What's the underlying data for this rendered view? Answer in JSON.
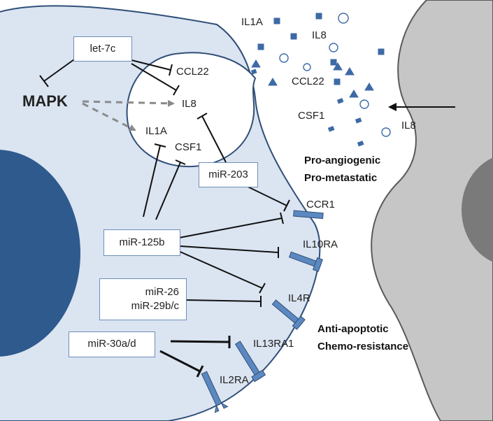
{
  "mapk": "MAPK",
  "mirnas": {
    "let7c": "let-7c",
    "mir203": "miR-203",
    "mir125b": "miR-125b",
    "mir26": "miR-26",
    "mir29bc": "miR-29b/c",
    "mir30ad": "miR-30a/d"
  },
  "vesicle": {
    "ccl22": "CCL22",
    "il8": "IL8",
    "il1a": "IL1A",
    "csf1": "CSF1"
  },
  "secreted": {
    "il1a": "IL1A",
    "il8_top": "IL8",
    "ccl22": "CCL22",
    "csf1": "CSF1",
    "il8_right": "IL8"
  },
  "receptors": {
    "ccr1": "CCR1",
    "il10ra": "IL10RA",
    "il4r": "IL4R",
    "il13ra1": "IL13RA1",
    "il2ra": "IL2RA"
  },
  "phenotypes": {
    "pro_angiogenic": "Pro-angiogenic",
    "pro_metastatic": "Pro-metastatic",
    "anti_apoptotic": "Anti-apoptotic",
    "chemo_resistance": "Chemo-resistance"
  },
  "colors": {
    "cell_fill": "#dbe4f1",
    "membrane": "#2f4f78",
    "nucleus": "#2e5a8e",
    "receptor": "#5b88c0",
    "neighbor_cell": "#c6c6c6",
    "mapk_arrow": "#8a8a8a"
  }
}
